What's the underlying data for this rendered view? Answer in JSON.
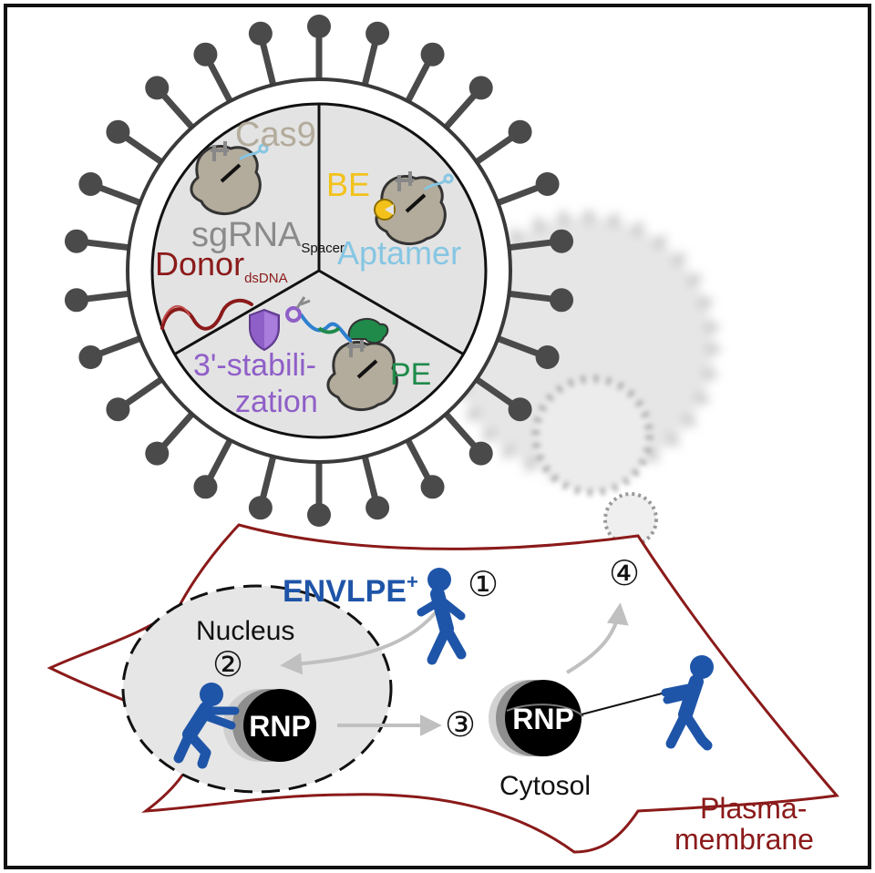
{
  "labels": {
    "cas9": "Cas9",
    "sgrna": "sgRNA",
    "spacer": "Spacer",
    "donor": "Donor",
    "dsdna": "dsDNA",
    "be": "BE",
    "aptamer": "Aptamer",
    "stab_line1": "3'-stabili-",
    "stab_line2": "zation",
    "pe": "PE",
    "envlpe": "ENVLPE",
    "envlpe_sup": "+",
    "nucleus": "Nucleus",
    "rnp": "RNP",
    "cytosol": "Cytosol",
    "plasma_line1": "Plasma-",
    "plasma_line2": "membrane"
  },
  "steps": [
    "①",
    "②",
    "③",
    "④"
  ],
  "colors": {
    "cas9": "#b3ab9b",
    "sgrna": "#8a8a8a",
    "donor": "#8b1a1a",
    "be": "#f2c21b",
    "aptamer": "#86c6e3",
    "stab": "#8f5fc8",
    "pe": "#1f8a4a",
    "envlpe": "#1f55a8",
    "membrane": "#8b1a1a",
    "person": "#1f55a8"
  }
}
